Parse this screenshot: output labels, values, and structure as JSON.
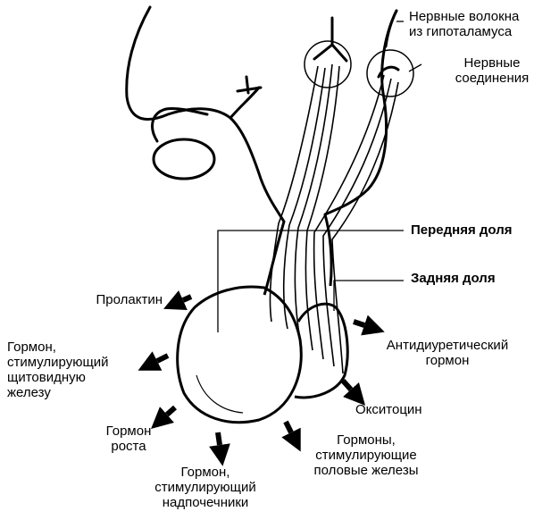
{
  "labels": {
    "nerve_fibers": [
      "Нервные волокна",
      "из гипоталамуса"
    ],
    "nerve_connections": [
      "Нервные",
      "соединения"
    ],
    "anterior_lobe": "Передняя доля",
    "posterior_lobe": "Задняя доля",
    "prolactin": "Пролактин",
    "thyroid_hormone": [
      "Гормон,",
      "стимулирующий",
      "щитовидную",
      "железу"
    ],
    "growth_hormone": [
      "Гормон",
      "роста"
    ],
    "adrenal_hormone": [
      "Гормон,",
      "стимулирующий",
      "надпочечники"
    ],
    "gonad_hormones": [
      "Гормоны,",
      "стимулирующие",
      "половые железы"
    ],
    "oxytocin": "Окситоцин",
    "antidiuretic_hormone": [
      "Антидиуретический",
      "гормон"
    ]
  },
  "colors": {
    "ink": "#000000",
    "background": "#ffffff"
  }
}
